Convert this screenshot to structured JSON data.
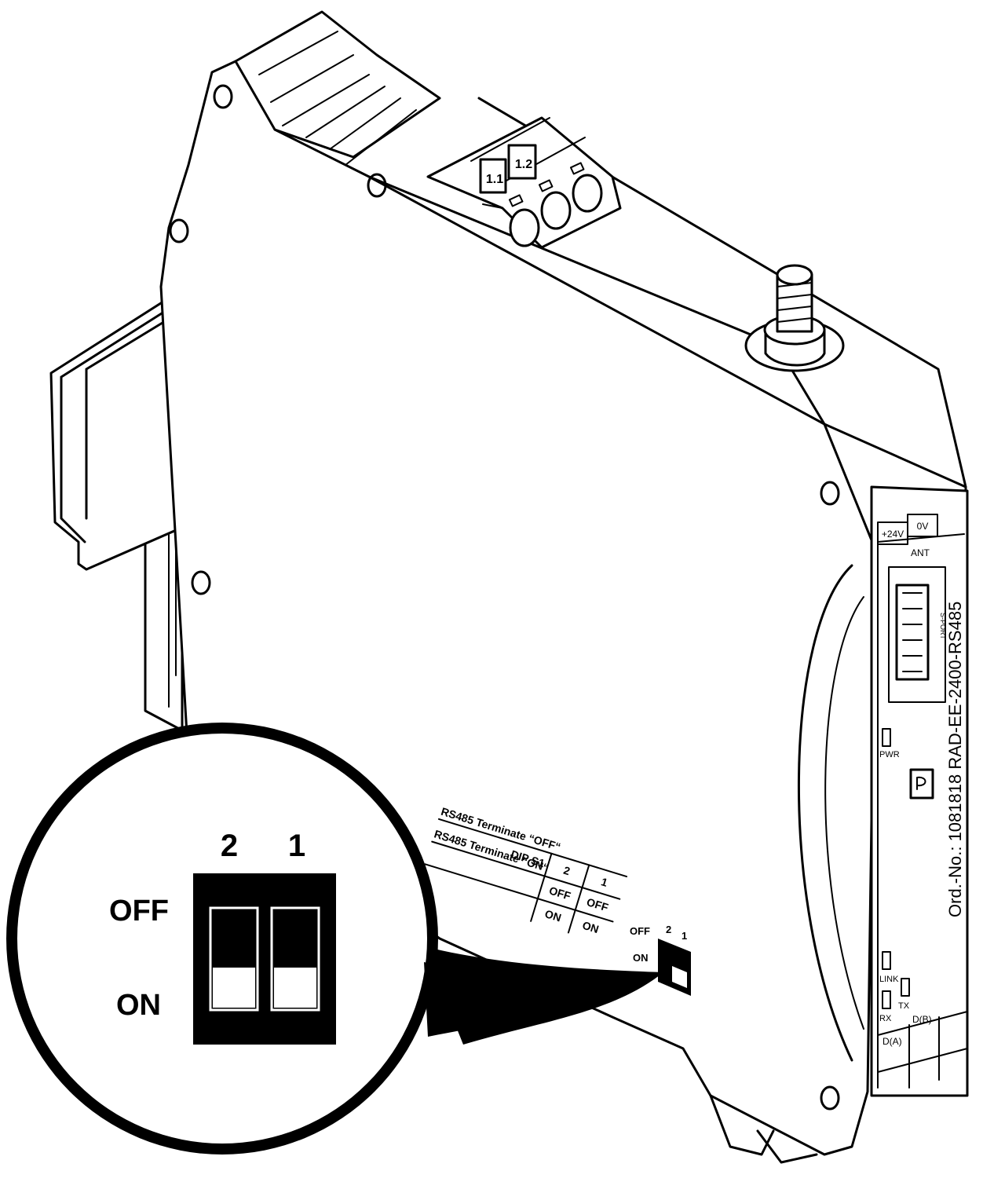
{
  "terminal_labels": [
    "1.1",
    "1.2"
  ],
  "front_panel": {
    "power_labels": [
      "+24V",
      "0V"
    ],
    "antenna_label": "ANT",
    "port_label": "S-PORT",
    "pwr_label": "PWR",
    "link_label": "LINK",
    "rx_label": "RX",
    "tx_label": "TX",
    "bus_labels": [
      "D(A)",
      "D(B)"
    ],
    "order_text": "Ord.-No.: 1081818  RAD-EE-2400-RS485"
  },
  "dip_table": {
    "header": "DIP S1",
    "row1": "RS485 Terminate “OFF“",
    "row2": "RS485 Terminate “ON“",
    "col2": "2",
    "col1": "1",
    "r1c2": "OFF",
    "r1c1": "OFF",
    "r2c2": "ON",
    "r2c1": "ON"
  },
  "small_switch": {
    "off": "OFF",
    "on": "ON",
    "n2": "2",
    "n1": "1"
  },
  "zoom": {
    "number_2": "2",
    "number_1": "1",
    "off_label": "OFF",
    "on_label": "ON",
    "switch_2_position": "ON",
    "switch_1_position": "ON"
  }
}
